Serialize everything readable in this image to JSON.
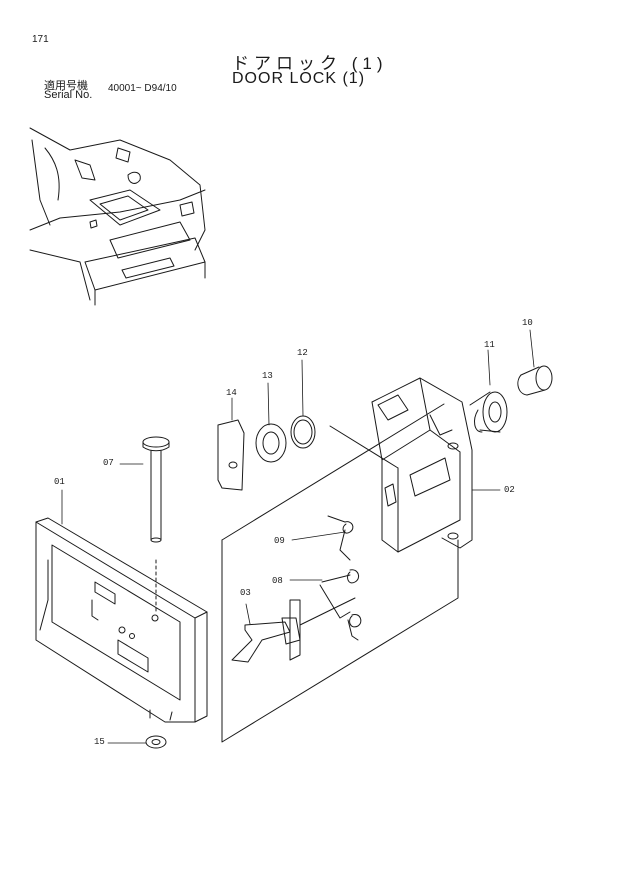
{
  "header": {
    "page_number": "171",
    "title_jp": "ドアロック (1)",
    "title_en": "DOOR LOCK (1)",
    "serial_label_jp": "適用号機",
    "serial_label_en": "Serial No.",
    "serial_range": "40001~ D94/10"
  },
  "callouts": [
    {
      "id": "01",
      "label": "01"
    },
    {
      "id": "02",
      "label": "02"
    },
    {
      "id": "03",
      "label": "03"
    },
    {
      "id": "07",
      "label": "07"
    },
    {
      "id": "08",
      "label": "08"
    },
    {
      "id": "09",
      "label": "09"
    },
    {
      "id": "10",
      "label": "10"
    },
    {
      "id": "11",
      "label": "11"
    },
    {
      "id": "12",
      "label": "12"
    },
    {
      "id": "13",
      "label": "13"
    },
    {
      "id": "14",
      "label": "14"
    },
    {
      "id": "15",
      "label": "15"
    }
  ]
}
